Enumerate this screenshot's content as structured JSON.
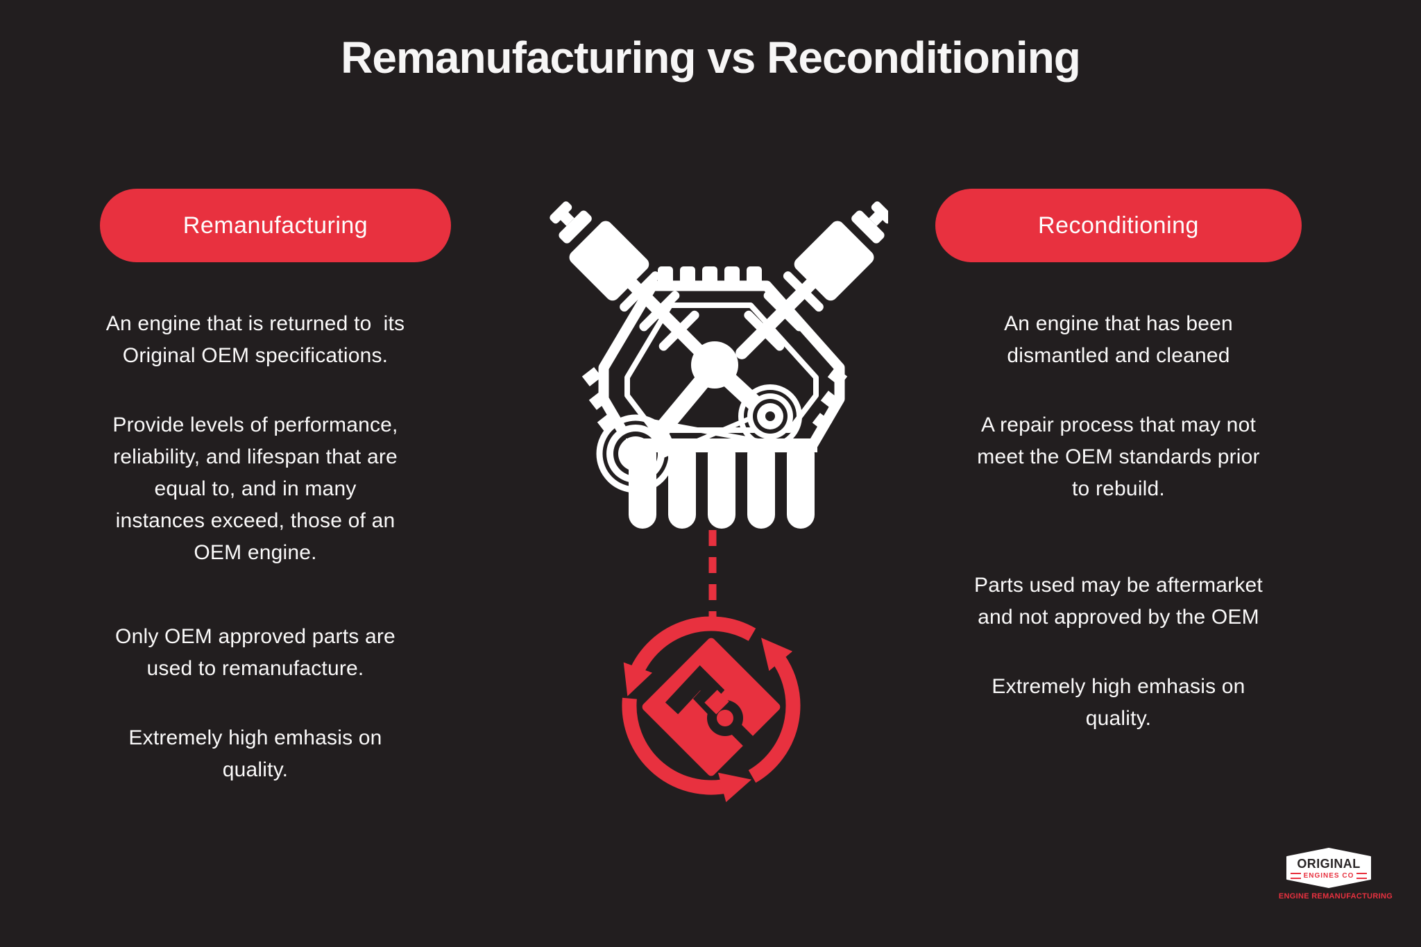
{
  "title": "Remanufacturing vs Reconditioning",
  "left": {
    "heading": "Remanufacturing",
    "paragraphs": [
      "An engine that is returned to  its\nOriginal OEM specifications.",
      "Provide levels of performance,\nreliability, and lifespan that are\nequal to, and in many\ninstances exceed, those of an\nOEM engine.",
      "Only OEM approved parts are\nused to remanufacture.",
      "Extremely high emhasis on\nquality."
    ]
  },
  "right": {
    "heading": "Reconditioning",
    "paragraphs": [
      "An engine that has been\ndismantled and cleaned",
      "A repair process that may not\nmeet the OEM standards prior\nto rebuild.",
      "Parts used may be aftermarket\nand not approved by the OEM",
      "Extremely high emhasis on\nquality."
    ]
  },
  "icons": {
    "center_top": "engine-icon",
    "center_bottom": "remanufacture-cycle-icon",
    "connector": "dashed-connector-line"
  },
  "logo": {
    "line1": "ORIGINAL",
    "line2": "ENGINES CO",
    "tagline": "ENGINE REMANUFACTURING"
  },
  "colors": {
    "background": "#221e1f",
    "accent_red": "#e8313f",
    "text_white": "#fbfafa",
    "logo_dark": "#292526"
  }
}
